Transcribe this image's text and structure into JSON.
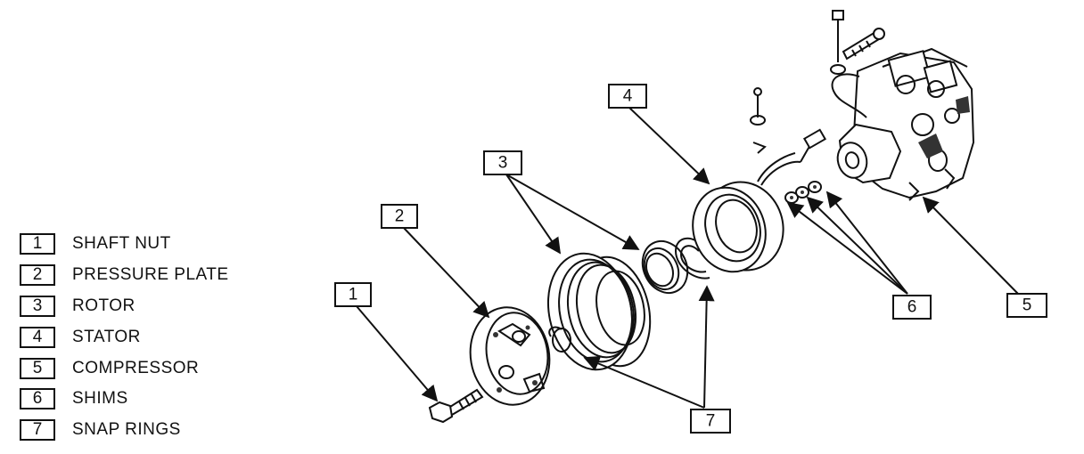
{
  "legend": [
    {
      "number": "1",
      "label": "SHAFT NUT"
    },
    {
      "number": "2",
      "label": "PRESSURE PLATE"
    },
    {
      "number": "3",
      "label": "ROTOR"
    },
    {
      "number": "4",
      "label": "STATOR"
    },
    {
      "number": "5",
      "label": "COMPRESSOR"
    },
    {
      "number": "6",
      "label": "SHIMS"
    },
    {
      "number": "7",
      "label": "SNAP RINGS"
    }
  ],
  "callouts": {
    "c1": "1",
    "c2": "2",
    "c3": "3",
    "c4": "4",
    "c5": "5",
    "c6": "6",
    "c7": "7"
  }
}
